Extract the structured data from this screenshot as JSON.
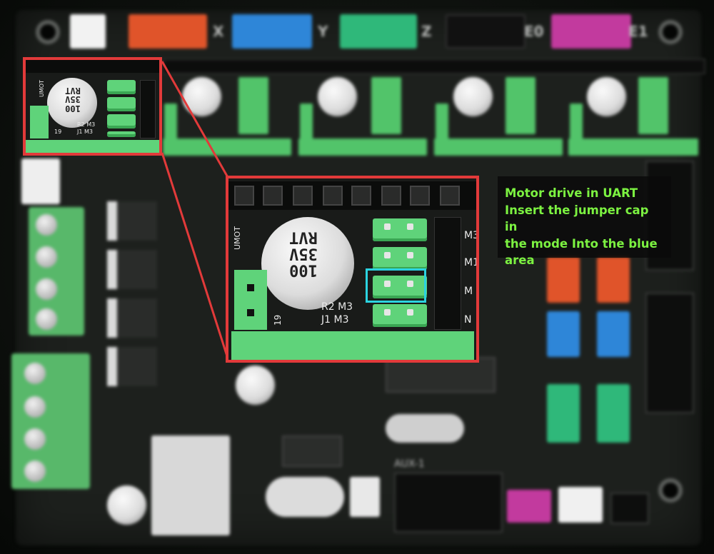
{
  "axis_labels": [
    "X",
    "Y",
    "Z",
    "E0",
    "E1"
  ],
  "board_labels": {
    "aux": "AUX-1"
  },
  "zoom_small": {
    "silk_umot": "UMOT",
    "silk_r2m3": "R2  M3",
    "silk_j1m3": "J1  M3",
    "silk_19": "19",
    "capacitor_text": [
      "100",
      "35V",
      "RVT"
    ]
  },
  "zoom_large": {
    "silk_umot": "UMOT",
    "silk_r2m3": "R2  M3",
    "silk_j1m3": "J1  M3",
    "silk_19": "19",
    "capacitor_text": [
      "100",
      "35V",
      "RVT"
    ],
    "side_labels": [
      "M3",
      "M1",
      "M",
      "N"
    ]
  },
  "callout": {
    "lines": [
      "Motor drive in UART",
      "Insert the jumper cap in",
      "the mode Into the blue",
      "area"
    ]
  },
  "colors": {
    "zoom_border": "#e23a3a",
    "highlight": "#2bd3e0",
    "callout_text": "#7cf241"
  }
}
